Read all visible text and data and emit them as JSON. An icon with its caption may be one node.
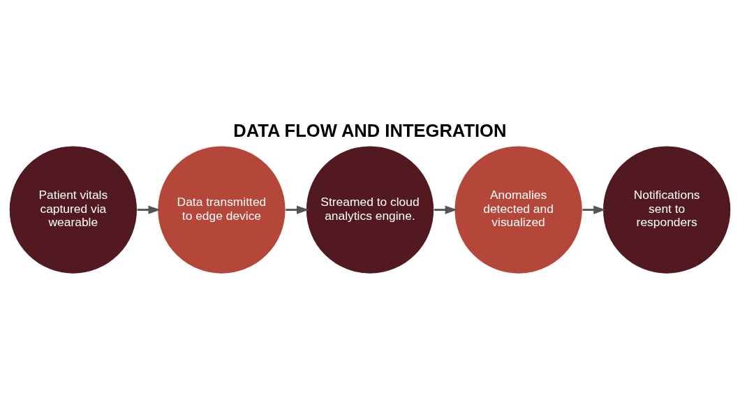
{
  "diagram": {
    "title": "DATA FLOW AND INTEGRATION",
    "nodes": [
      {
        "text": [
          "Patient vitals captured via wearable"
        ]
      },
      {
        "text": [
          "Data transmitted to edge device"
        ]
      },
      {
        "text": [
          "Streamed to cloud analytics engine."
        ]
      },
      {
        "text": [
          "Anomalies detected and visualized"
        ]
      },
      {
        "text": [
          "Notifications sent to responders"
        ]
      }
    ],
    "edges": [
      {
        "from": 0,
        "to": 1,
        "arrow": "to"
      },
      {
        "from": 1,
        "to": 2,
        "arrow": "to"
      },
      {
        "from": 2,
        "to": 3,
        "arrow": "to"
      },
      {
        "from": 3,
        "to": 4,
        "arrow": "to"
      }
    ]
  }
}
